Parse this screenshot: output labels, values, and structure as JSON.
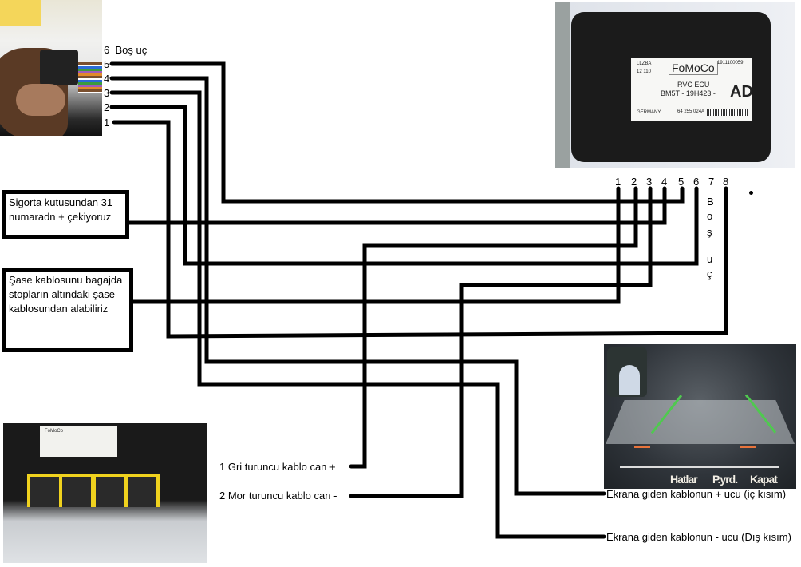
{
  "connector_photo": {
    "pins": [
      {
        "number": "6",
        "note": "Boş uç"
      },
      {
        "number": "5",
        "note": ""
      },
      {
        "number": "4",
        "note": ""
      },
      {
        "number": "3",
        "note": ""
      },
      {
        "number": "2",
        "note": ""
      },
      {
        "number": "1",
        "note": ""
      }
    ]
  },
  "ecu_photo": {
    "brand": "FoMoCo",
    "line1": "LLZBA",
    "line2": "12 110",
    "serial": "1911100059",
    "name": "RVC ECU",
    "part_number": "BM5T - 19H423 -",
    "suffix": "AD",
    "country": "GERMANY",
    "code": "64 255 024A",
    "pins": [
      "1",
      "2",
      "3",
      "4",
      "5",
      "6",
      "7",
      "8"
    ],
    "empty_pin_note_chars": [
      "B",
      "o",
      "ş",
      "u",
      "ç"
    ]
  },
  "notes": {
    "fuse_box": "Sigorta kutusundan 31 numaradn + çekiyoruz",
    "ground": "Şase kablosunu bagajda stopların altındaki şase kablosundan alabiliriz",
    "can_plus": "1  Gri turuncu kablo  can +",
    "can_minus": "2  Mor turuncu kablo can -",
    "screen_plus": "Ekrana giden kablonun + ucu (iç kısım)",
    "screen_minus": "Ekrana giden kablonun - ucu (Dış kısım)"
  },
  "camera_screen": {
    "buttons": [
      "Hatlar",
      "P.yrd.",
      "Kapat"
    ],
    "guide_colors": {
      "near": "#e8743c",
      "mid": "#e8e070",
      "far": "#4fc94f"
    }
  },
  "module_photo": {
    "clip_color": "#f0d21e",
    "sticker_text": "FoMoCo"
  },
  "wires": [
    {
      "from": "connector pin 5",
      "to": "ECU pin 5"
    },
    {
      "from": "connector pin 4",
      "to": "screen + (iç kısım)"
    },
    {
      "from": "connector pin 3",
      "to": "screen - (Dış kısım)"
    },
    {
      "from": "connector pin 2",
      "to": "ECU pin 6"
    },
    {
      "from": "connector pin 1",
      "to": "ECU pin 8"
    },
    {
      "from": "fuse box 31 (+)",
      "to": "ECU pin 4"
    },
    {
      "from": "chassis ground",
      "to": "ECU pin 1"
    },
    {
      "from": "ECU pin 2",
      "to": "Gri turuncu can +"
    },
    {
      "from": "ECU pin 3",
      "to": "Mor turuncu can -"
    }
  ]
}
